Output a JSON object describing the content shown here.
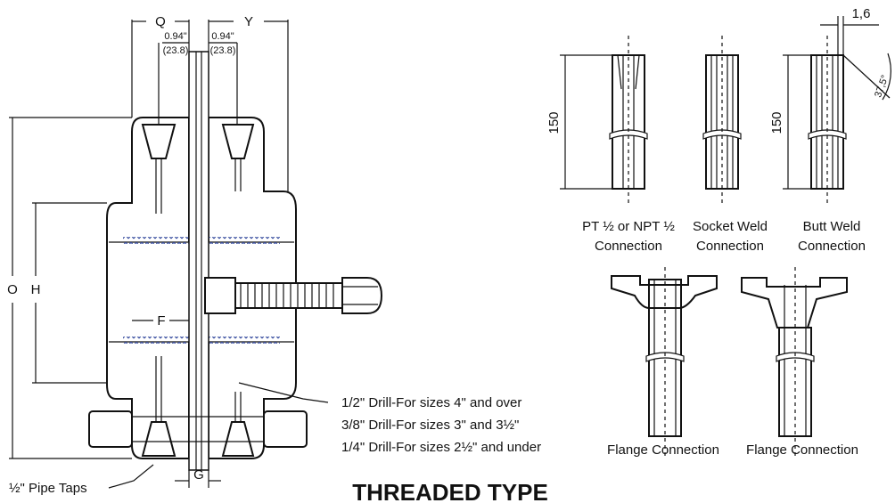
{
  "assembly": {
    "dims": {
      "q": "Q",
      "y": "Y",
      "o": "O",
      "h": "H",
      "f": "F",
      "g": "G",
      "left_tap": "0.94\"",
      "left_tap_mm": "(23.8)",
      "right_tap": "0.94\"",
      "right_tap_mm": "(23.8)"
    },
    "callouts": {
      "drill_1": "1/2\" Drill-For sizes 4\" and over",
      "drill_2": "3/8\" Drill-For sizes 3\" and 3½\"",
      "drill_3": "1/4\" Drill-For sizes 2½\" and under",
      "pipe_taps": "½\" Pipe Taps"
    },
    "caption": "THREADED TYPE"
  },
  "connections": {
    "length_label": "150",
    "bevel_offset": "1,6",
    "bevel_angle": "37,5°",
    "items": [
      {
        "line1": "PT ½ or NPT ½",
        "line2": "Connection"
      },
      {
        "line1": "Socket Weld",
        "line2": "Connection"
      },
      {
        "line1": "Butt Weld",
        "line2": "Connection"
      },
      {
        "line1": "Flange Connection"
      },
      {
        "line1": "Flange Connection"
      }
    ]
  }
}
